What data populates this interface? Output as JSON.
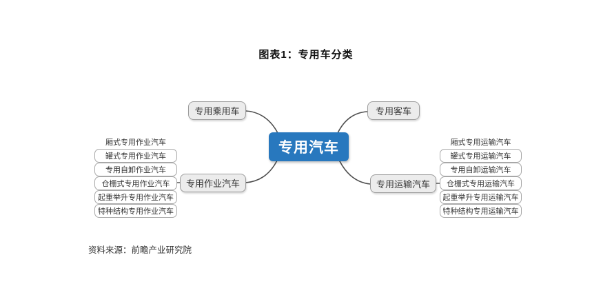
{
  "title": "图表1：专用车分类",
  "mindmap": {
    "root": "专用汽车",
    "branches": [
      {
        "label": "专用乘用车",
        "children": []
      },
      {
        "label": "专用客车",
        "children": []
      },
      {
        "label": "专用作业汽车",
        "children": [
          "厢式专用作业汽车",
          "罐式专用作业汽车",
          "专用自卸作业汽车",
          "仓栅式专用作业汽车",
          "起重举升专用作业汽车",
          "特种结构专用作业汽车"
        ]
      },
      {
        "label": "专用运输汽车",
        "children": [
          "厢式专用运输汽车",
          "罐式专用运输汽车",
          "专用自卸运输汽车",
          "仓栅式专用运输汽车",
          "起重举升专用运输汽车",
          "特种结构专用运输汽车"
        ]
      }
    ]
  },
  "source": "资料来源：前瞻产业研究院",
  "colors": {
    "root_fill": "#2878BE",
    "root_text": "#FFFFFF",
    "branch_fill": "#ECECEC",
    "branch_border": "#9C9C9C",
    "leaf_fill": "#FFFFFF",
    "leaf_border": "#A8A8A8",
    "connector": "#4D4D4D"
  }
}
